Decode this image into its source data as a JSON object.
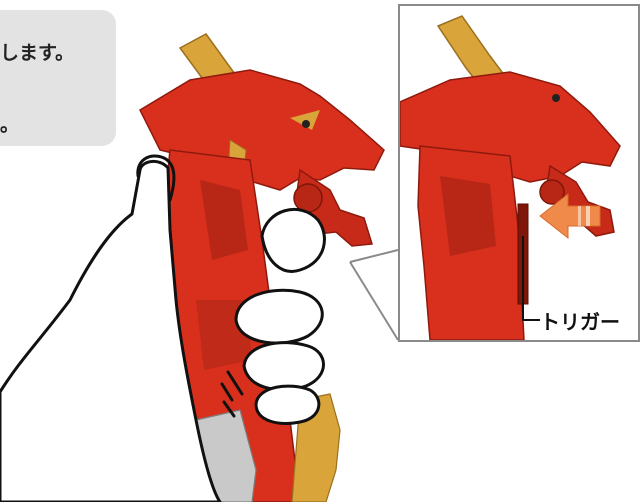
{
  "caption": {
    "line1": "します。",
    "line2": "。"
  },
  "callout": {
    "label": "トリガー"
  },
  "icons": [
    "dragon-figure",
    "hand-grip",
    "push-arrow-icon"
  ],
  "colors": {
    "figure_red": "#d8301c",
    "figure_dark_red": "#a81f12",
    "figure_gold": "#d9a43a",
    "arrow_orange": "#f08a4a",
    "caption_bg": "#e3e3e3"
  }
}
